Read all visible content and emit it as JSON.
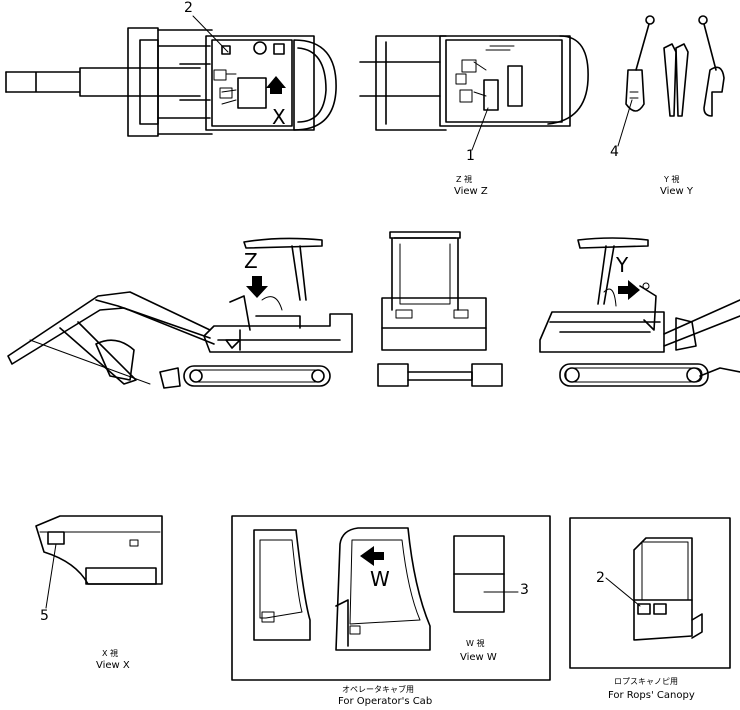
{
  "callouts": {
    "c1": "1",
    "c2a": "2",
    "c2b": "2",
    "c3": "3",
    "c4": "4",
    "c5": "5"
  },
  "view_letters": {
    "x": "X",
    "z": "Z",
    "y": "Y",
    "w": "W"
  },
  "captions": {
    "view_z_jp": "Z 視",
    "view_z": "View Z",
    "view_y_jp": "Y 視",
    "view_y": "View Y",
    "view_x_jp": "X 視",
    "view_x": "View X",
    "view_w_jp": "W 視",
    "view_w": "View W",
    "cab_jp": "オペレータキャブ用",
    "cab": "For Operator's Cab",
    "canopy_jp": "ロプスキャノピ用",
    "canopy": "For Rops' Canopy"
  }
}
